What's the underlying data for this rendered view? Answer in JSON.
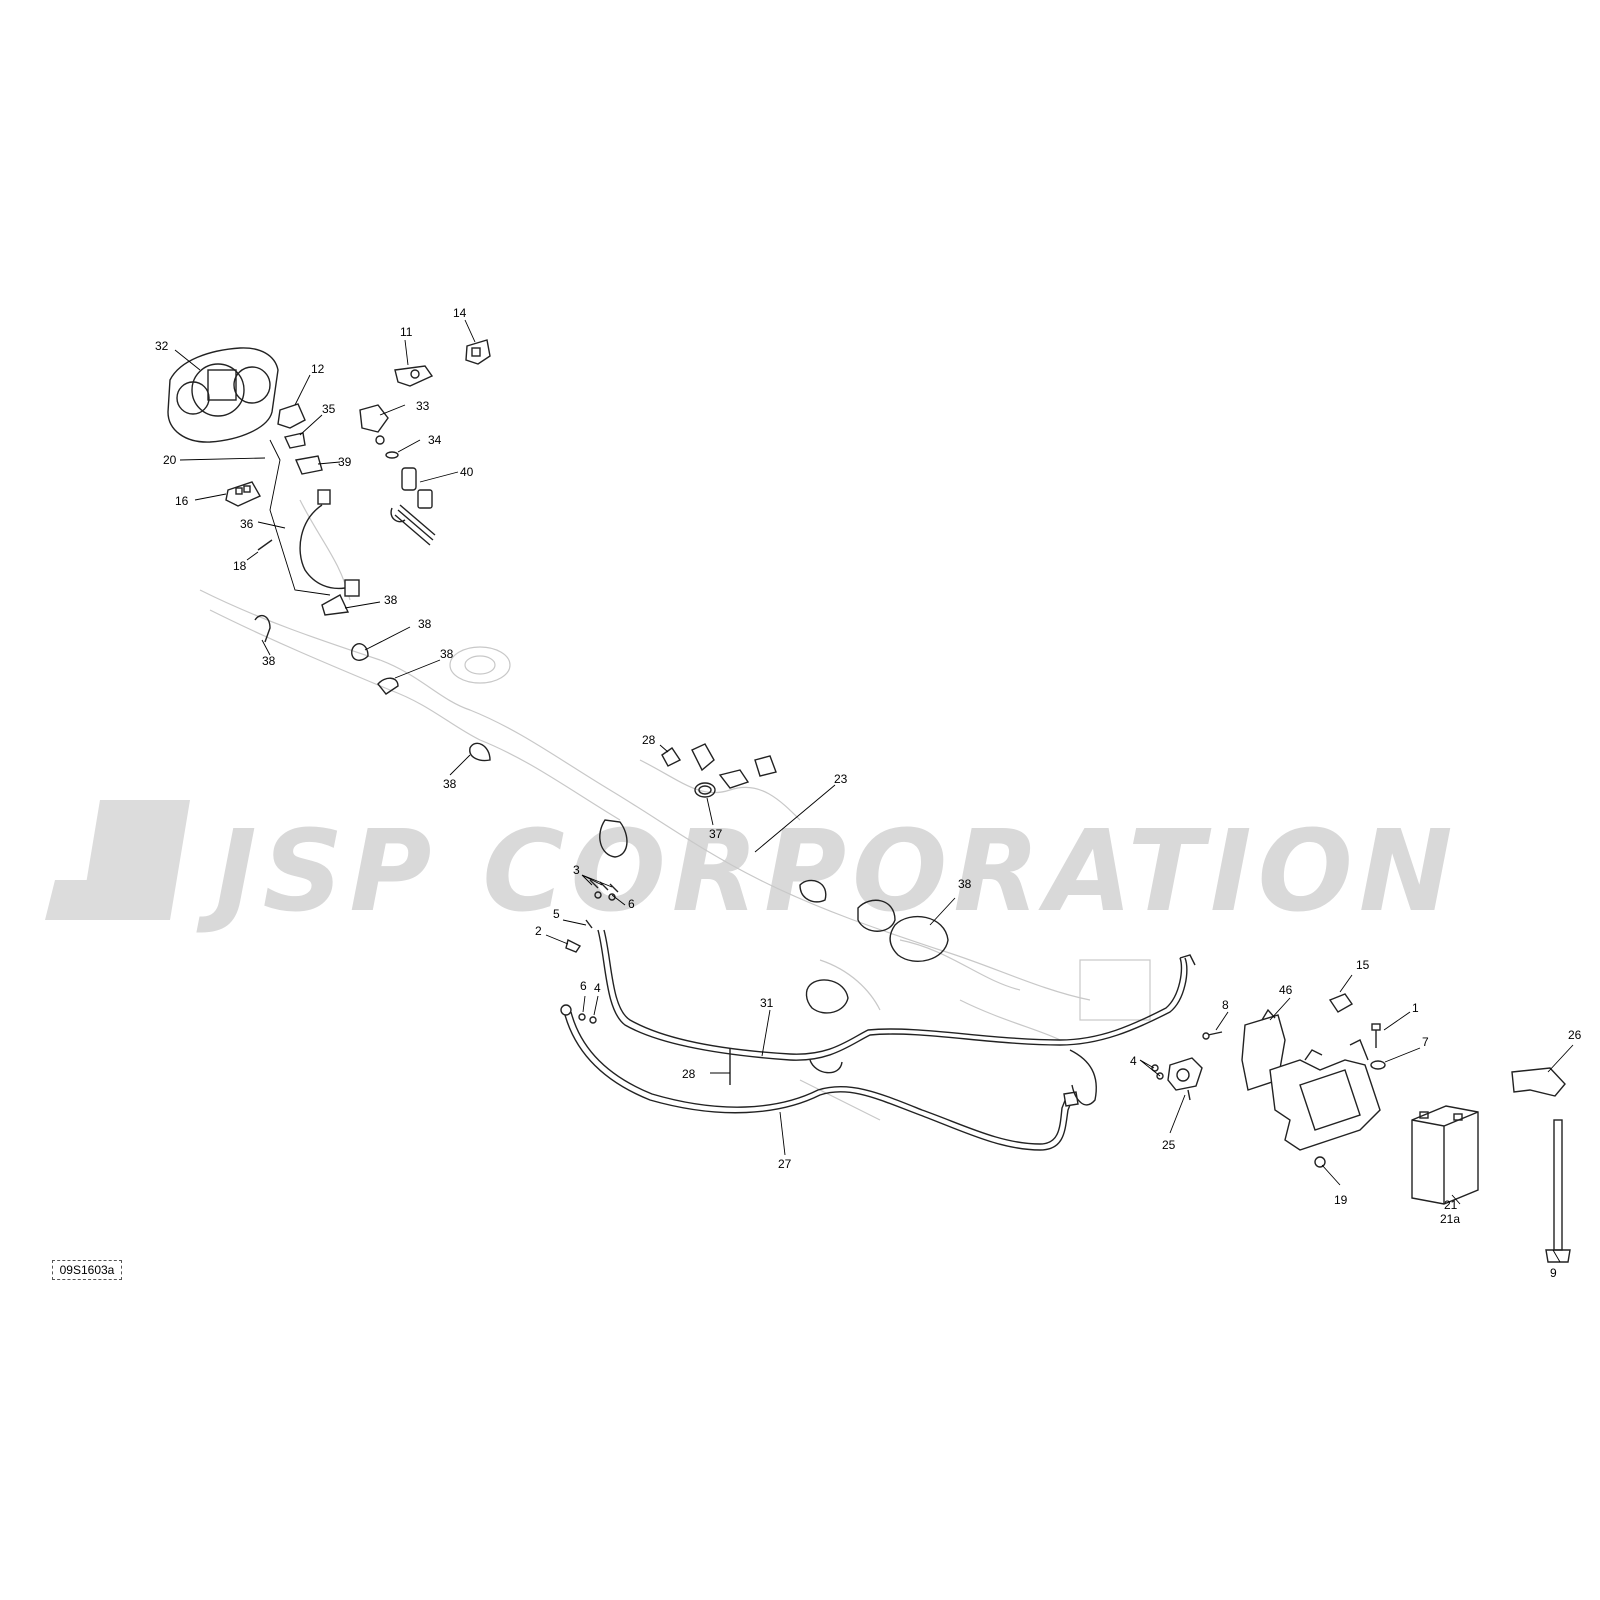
{
  "watermark": {
    "text": "JSP CORPORATION",
    "color": "#d9d9d9"
  },
  "reference_code": "09S1603a",
  "callouts": [
    {
      "id": "c32",
      "text": "32"
    },
    {
      "id": "c11",
      "text": "11"
    },
    {
      "id": "c14",
      "text": "14"
    },
    {
      "id": "c12",
      "text": "12"
    },
    {
      "id": "c35",
      "text": "35"
    },
    {
      "id": "c33",
      "text": "33"
    },
    {
      "id": "c34",
      "text": "34"
    },
    {
      "id": "c20",
      "text": "20"
    },
    {
      "id": "c39",
      "text": "39"
    },
    {
      "id": "c40",
      "text": "40"
    },
    {
      "id": "c16",
      "text": "16"
    },
    {
      "id": "c36",
      "text": "36"
    },
    {
      "id": "c18",
      "text": "18"
    },
    {
      "id": "c38a",
      "text": "38"
    },
    {
      "id": "c38b",
      "text": "38"
    },
    {
      "id": "c38c",
      "text": "38"
    },
    {
      "id": "c38d",
      "text": "38"
    },
    {
      "id": "c38e",
      "text": "38"
    },
    {
      "id": "c38f",
      "text": "38"
    },
    {
      "id": "c28a",
      "text": "28"
    },
    {
      "id": "c23",
      "text": "23"
    },
    {
      "id": "c37",
      "text": "37"
    },
    {
      "id": "c3",
      "text": "3"
    },
    {
      "id": "c6a",
      "text": "6"
    },
    {
      "id": "c5",
      "text": "5"
    },
    {
      "id": "c2",
      "text": "2"
    },
    {
      "id": "c6b",
      "text": "6"
    },
    {
      "id": "c4a",
      "text": "4"
    },
    {
      "id": "c31",
      "text": "31"
    },
    {
      "id": "c28b",
      "text": "28"
    },
    {
      "id": "c27",
      "text": "27"
    },
    {
      "id": "c4b",
      "text": "4"
    },
    {
      "id": "c25",
      "text": "25"
    },
    {
      "id": "c8",
      "text": "8"
    },
    {
      "id": "c46",
      "text": "46"
    },
    {
      "id": "c15",
      "text": "15"
    },
    {
      "id": "c1",
      "text": "1"
    },
    {
      "id": "c7",
      "text": "7"
    },
    {
      "id": "c26",
      "text": "26"
    },
    {
      "id": "c19",
      "text": "19"
    },
    {
      "id": "c21",
      "text": "21"
    },
    {
      "id": "c21a",
      "text": "21a"
    },
    {
      "id": "c9",
      "text": "9"
    }
  ]
}
